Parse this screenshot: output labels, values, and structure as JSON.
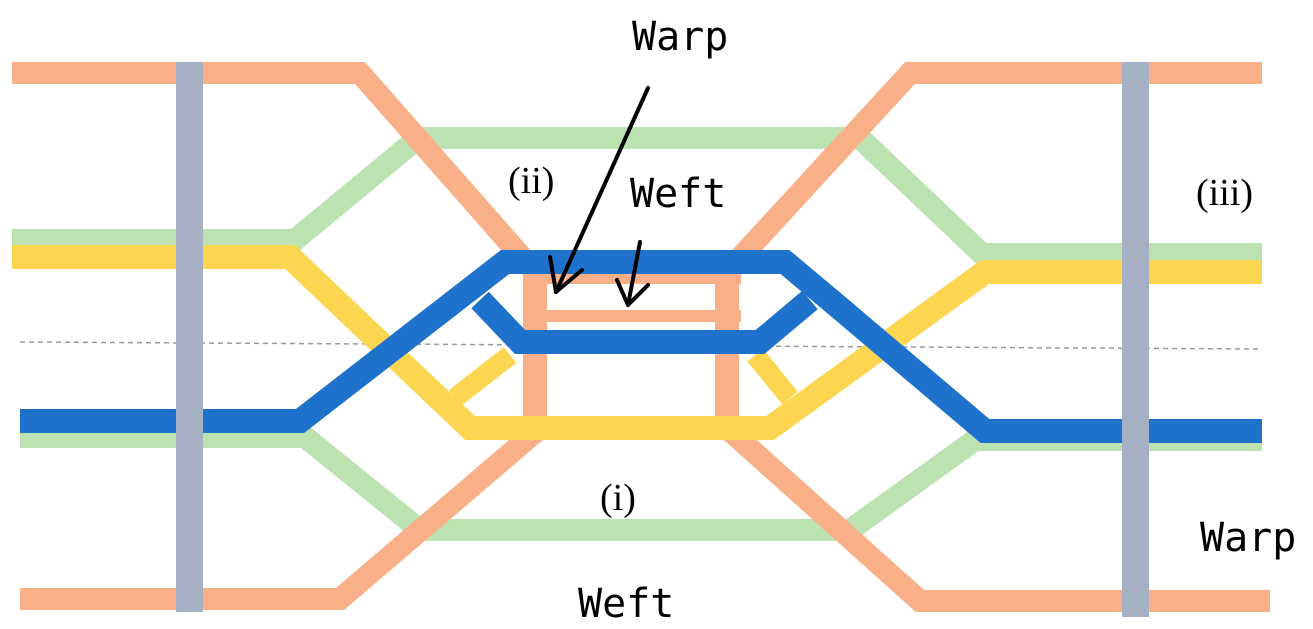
{
  "labels": {
    "warp_top": "Warp",
    "weft_mid": "Weft",
    "warp_right": "Warp",
    "weft_bottom": "Weft",
    "roman_i": "(i)",
    "roman_ii": "(ii)",
    "roman_iii": "(iii)"
  },
  "colors": {
    "orange": "#F9AF88",
    "green": "#BCE2B2",
    "yellow": "#FDD651",
    "blue": "#1F72CC",
    "gray": "#A5B0C4",
    "dashed": "#999999"
  }
}
